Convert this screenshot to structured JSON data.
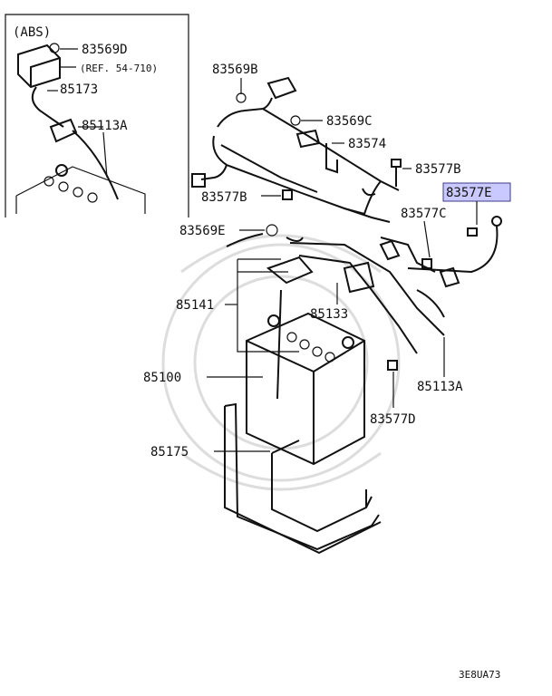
{
  "inset": {
    "title": "(ABS)",
    "ref_note": "(REF. 54-710)"
  },
  "parts": {
    "p83569D": "83569D",
    "p85173": "85173",
    "p85113A_inset": "85113A",
    "p83569B": "83569B",
    "p83569C": "83569C",
    "p83574": "83574",
    "p83577B_right": "83577B",
    "p83577E": "83577E",
    "p83577B_left": "83577B",
    "p83577C": "83577C",
    "p83569E": "83569E",
    "p85141": "85141",
    "p85133": "85133",
    "p85100": "85100",
    "p85113A_main": "85113A",
    "p83577D": "83577D",
    "p85175": "85175"
  },
  "highlight_part": "83577E",
  "footer_code": "3E8UA73",
  "colors": {
    "highlight_fill": "#c9c9ff",
    "line": "#111111",
    "watermark": "#dddddd"
  }
}
